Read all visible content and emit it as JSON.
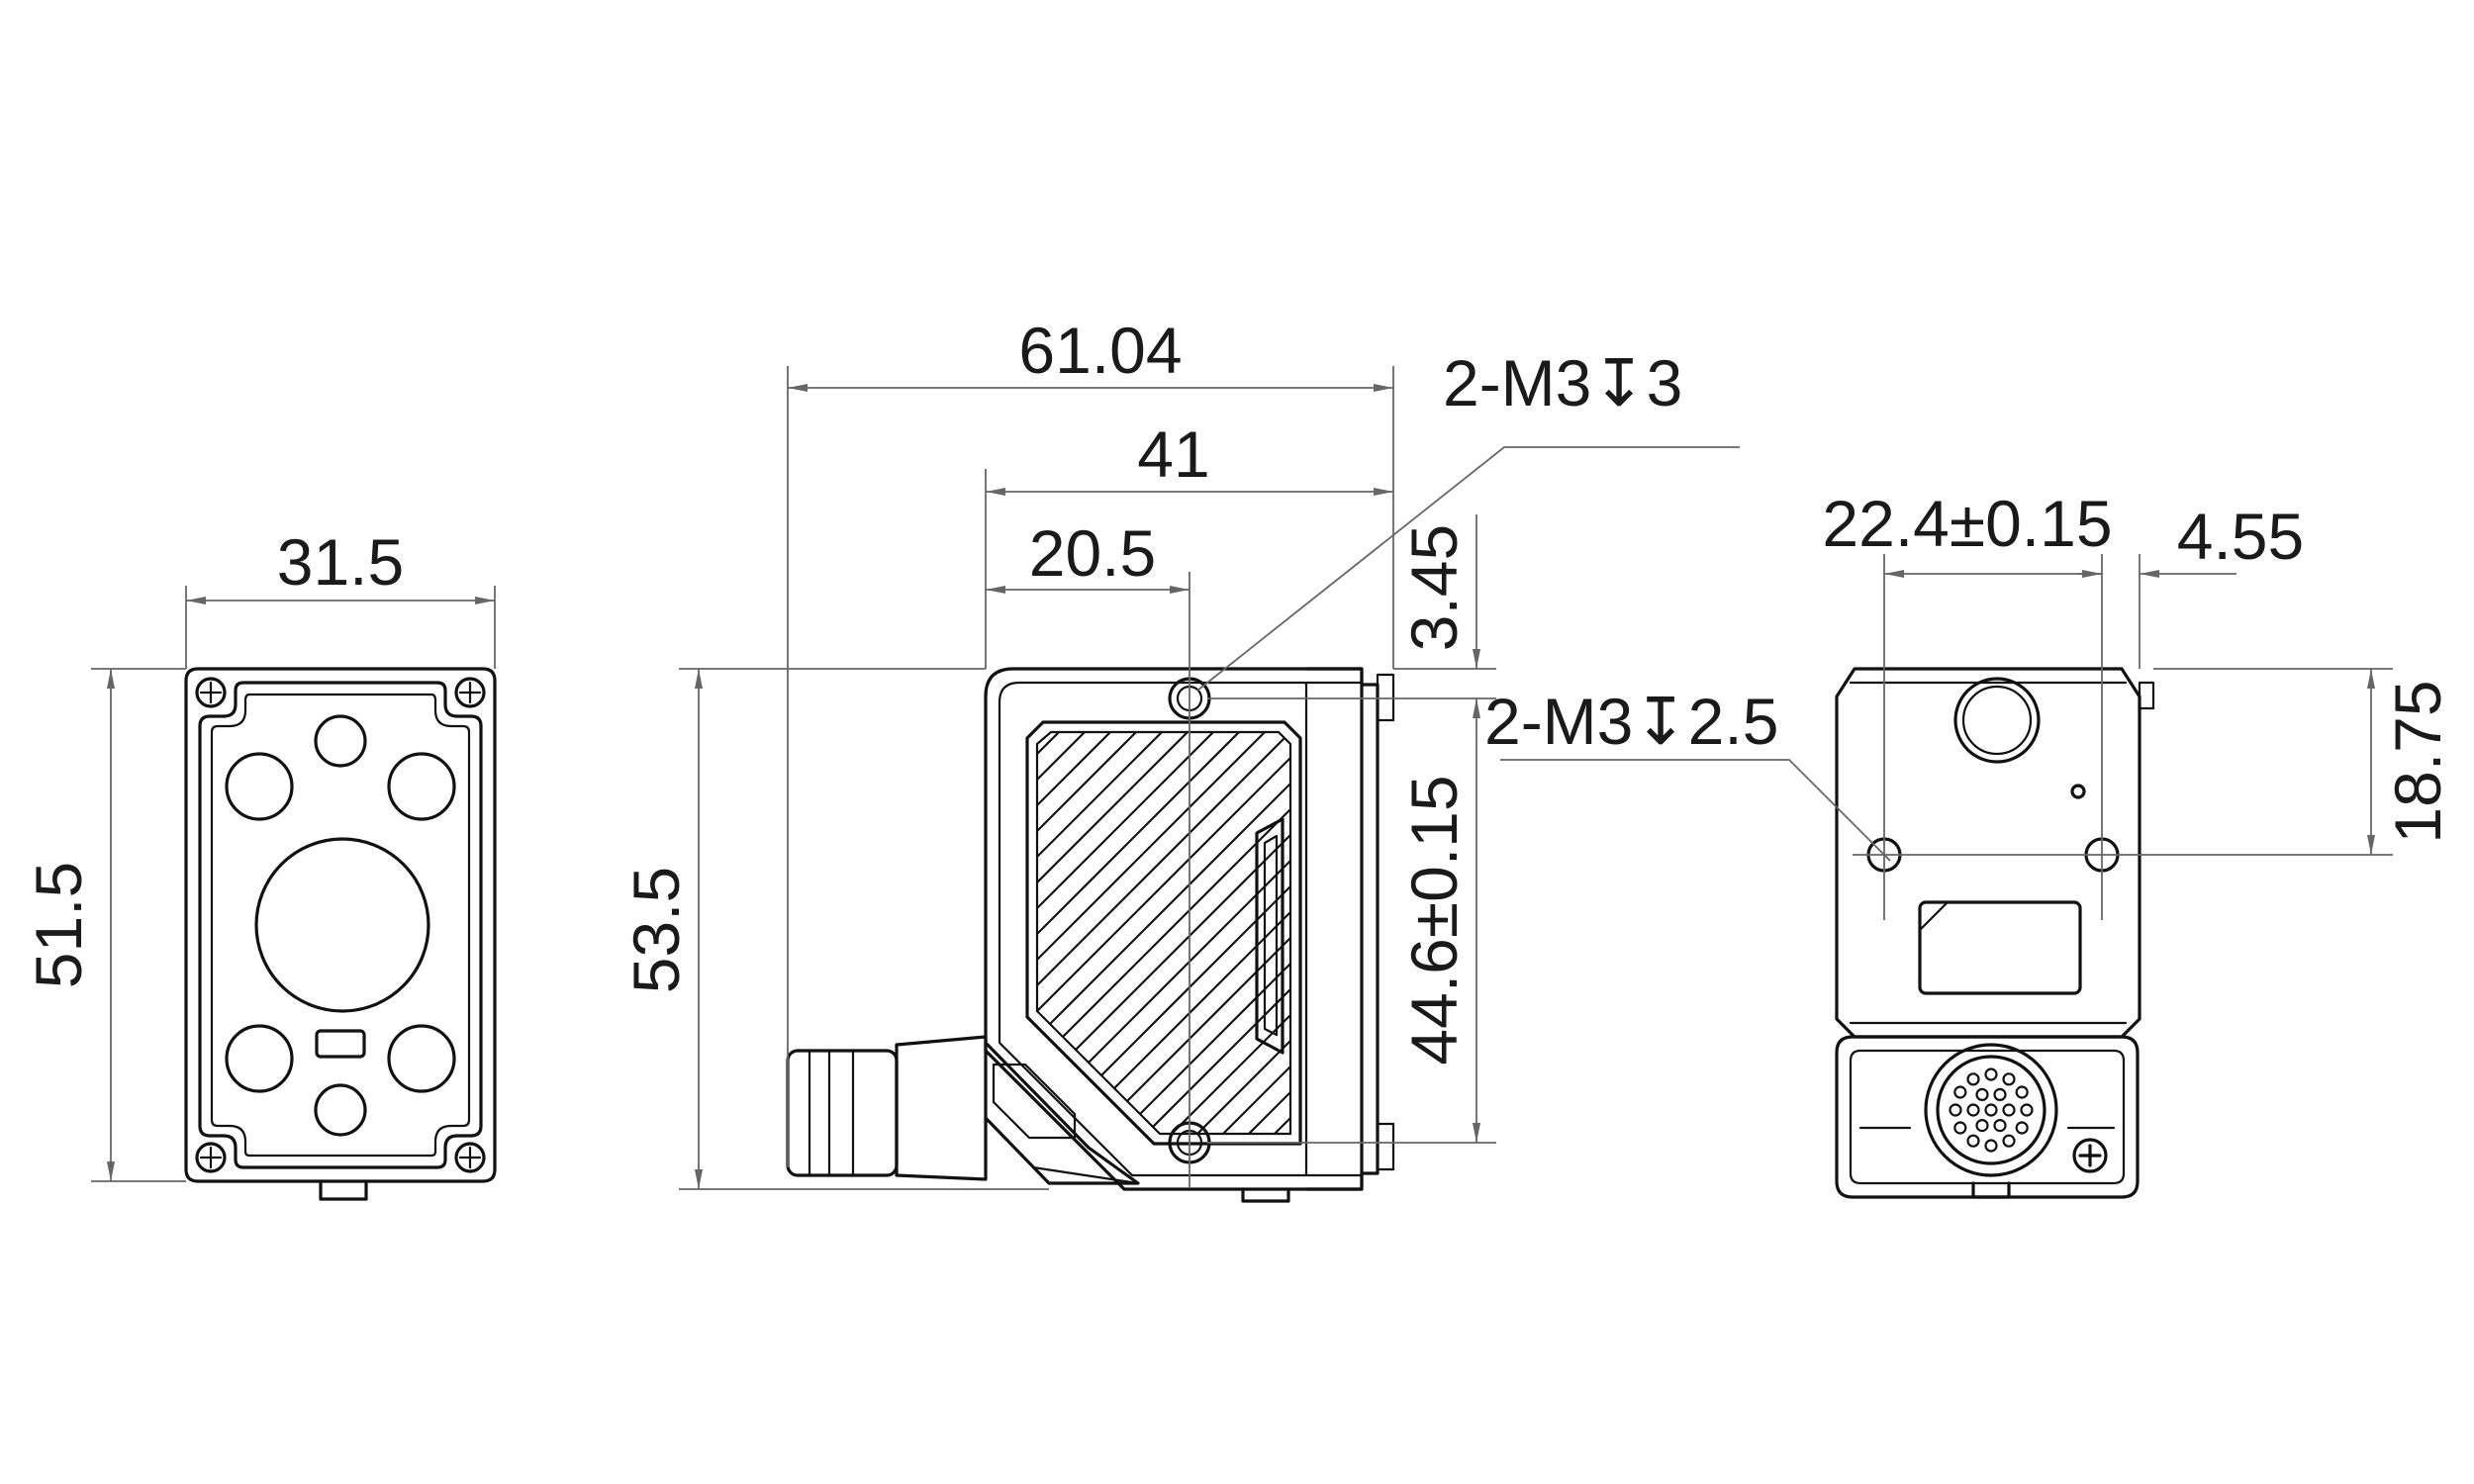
{
  "views": {
    "front": {
      "width_dim": "31.5",
      "height_dim": "51.5"
    },
    "side": {
      "overall_length_dim": "61.04",
      "hole_span_dim": "41",
      "hole_offset_dim": "20.5",
      "top_offset_dim": "3.45",
      "height_dim": "53.5",
      "hole_pitch_dim": "44.6±0.15",
      "thread_callout": "2-M3↧3"
    },
    "rear": {
      "hole_pitch_dim": "22.4±0.15",
      "edge_offset_dim": "4.55",
      "hole_height_dim": "18.75",
      "thread_callout": "2-M3↧2.5"
    }
  }
}
